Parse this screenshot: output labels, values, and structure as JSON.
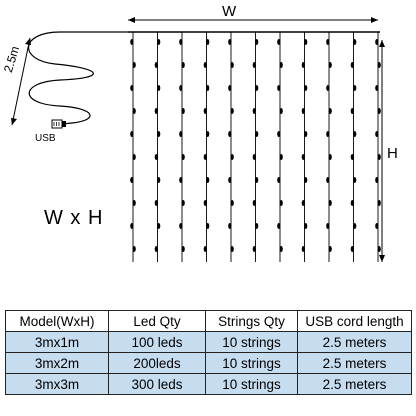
{
  "diagram": {
    "width_label": "W",
    "height_label": "H",
    "cord_length_label": "2.5m",
    "usb_label": "USB",
    "size_label": "W x H"
  },
  "table": {
    "headers": [
      "Model(WxH)",
      "Led Qty",
      "Strings Qty",
      "USB cord length"
    ],
    "rows": [
      [
        "3mx1m",
        "100 leds",
        "10 strings",
        "2.5 meters"
      ],
      [
        "3mx2m",
        "200leds",
        "10 strings",
        "2.5 meters"
      ],
      [
        "3mx3m",
        "300 leds",
        "10 strings",
        "2.5 meters"
      ]
    ]
  }
}
